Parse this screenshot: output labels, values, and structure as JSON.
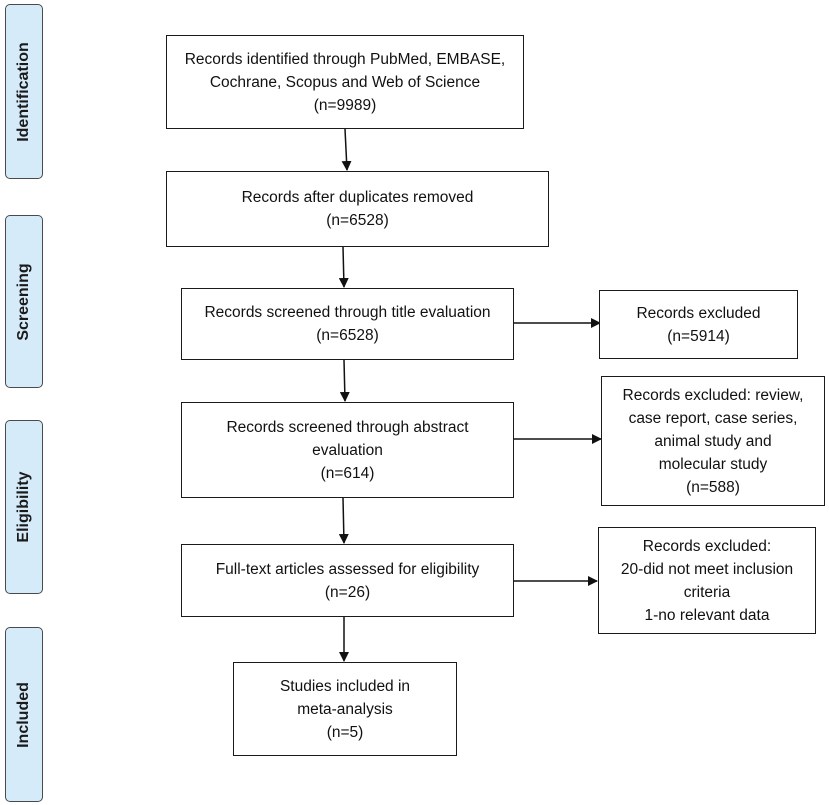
{
  "phases": [
    {
      "id": "identification",
      "label": "Identification"
    },
    {
      "id": "screening",
      "label": "Screening"
    },
    {
      "id": "eligibility",
      "label": "Eligibility"
    },
    {
      "id": "included",
      "label": "Included"
    }
  ],
  "boxes": {
    "identified": {
      "lines": [
        "Records identified through PubMed, EMBASE,",
        "Cochrane, Scopus and Web of Science",
        "(n=9989)"
      ]
    },
    "dedup": {
      "lines": [
        "Records after duplicates removed",
        "(n=6528)"
      ]
    },
    "title_screen": {
      "lines": [
        "Records screened through title evaluation",
        "(n=6528)"
      ]
    },
    "title_excluded": {
      "lines": [
        "Records excluded",
        "(n=5914)"
      ]
    },
    "abstract_screen": {
      "lines": [
        "Records screened through abstract",
        "evaluation",
        "(n=614)"
      ]
    },
    "abstract_excluded": {
      "lines": [
        "Records excluded: review,",
        "case report, case series,",
        "animal study and",
        "molecular study",
        "(n=588)"
      ]
    },
    "fulltext": {
      "lines": [
        "Full-text articles assessed for eligibility",
        "(n=26)"
      ]
    },
    "fulltext_excluded": {
      "lines": [
        "Records excluded:",
        "20-did not meet inclusion",
        "criteria",
        "1-no relevant data"
      ]
    },
    "included": {
      "lines": [
        "Studies included in",
        "meta-analysis",
        "(n=5)"
      ]
    }
  }
}
